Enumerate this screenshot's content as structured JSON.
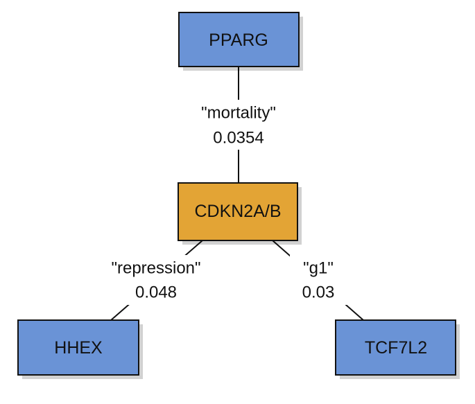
{
  "colors": {
    "gene_node": "#6A93D6",
    "center_node": "#E3A435",
    "edge": "#111111",
    "background": "#ffffff"
  },
  "nodes": {
    "pparg": {
      "label": "PPARG",
      "kind": "gene"
    },
    "cdkn2ab": {
      "label": "CDKN2A/B",
      "kind": "center"
    },
    "hhex": {
      "label": "HHEX",
      "kind": "gene"
    },
    "tcf7l2": {
      "label": "TCF7L2",
      "kind": "gene"
    }
  },
  "edges": {
    "pparg_cdkn2ab": {
      "term": "\"mortality\"",
      "score": "0.0354"
    },
    "cdkn2ab_hhex": {
      "term": "\"repression\"",
      "score": "0.048"
    },
    "cdkn2ab_tcf7l2": {
      "term": "\"g1\"",
      "score": "0.03"
    }
  }
}
